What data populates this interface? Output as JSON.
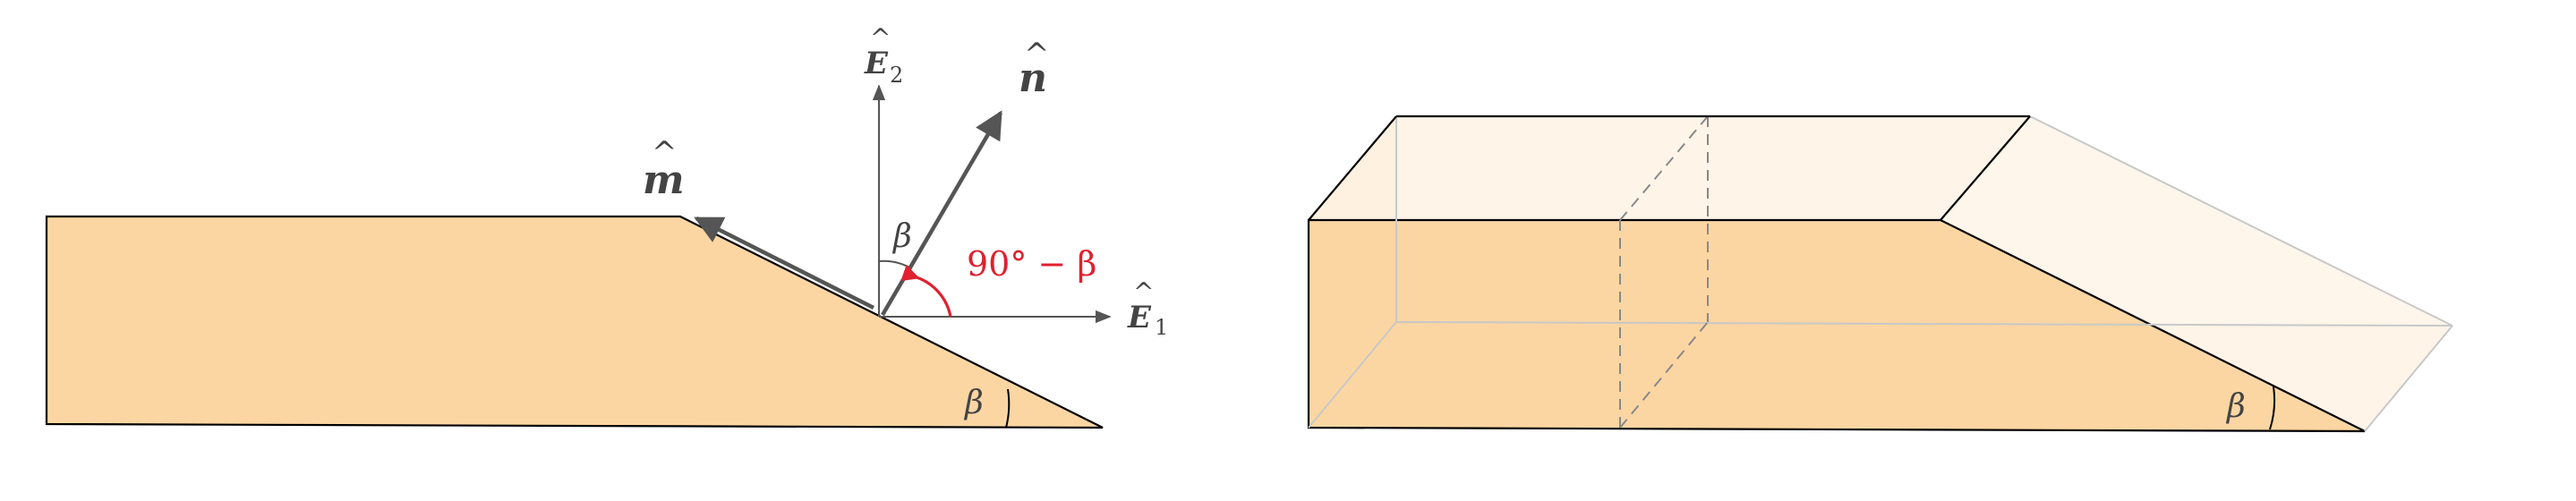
{
  "colors": {
    "fill": "#FCD6A2",
    "fill_light": "#FEF4E8",
    "stroke": "#000000",
    "arrow": "#555555",
    "accent": "#E0202F",
    "edge_light": "#C8C8C8"
  },
  "left_figure": {
    "vector_n": {
      "symbol": "n",
      "hat": "^"
    },
    "vector_m": {
      "symbol": "m",
      "hat": "^"
    },
    "axis_e1": {
      "symbol": "E",
      "subscript": "1",
      "hat": "^"
    },
    "axis_e2": {
      "symbol": "E",
      "subscript": "2",
      "hat": "^"
    },
    "angle_between_n_e2": "β",
    "angle_red": "90° − β",
    "slope_angle": "β"
  },
  "right_figure": {
    "slope_angle": "β"
  }
}
